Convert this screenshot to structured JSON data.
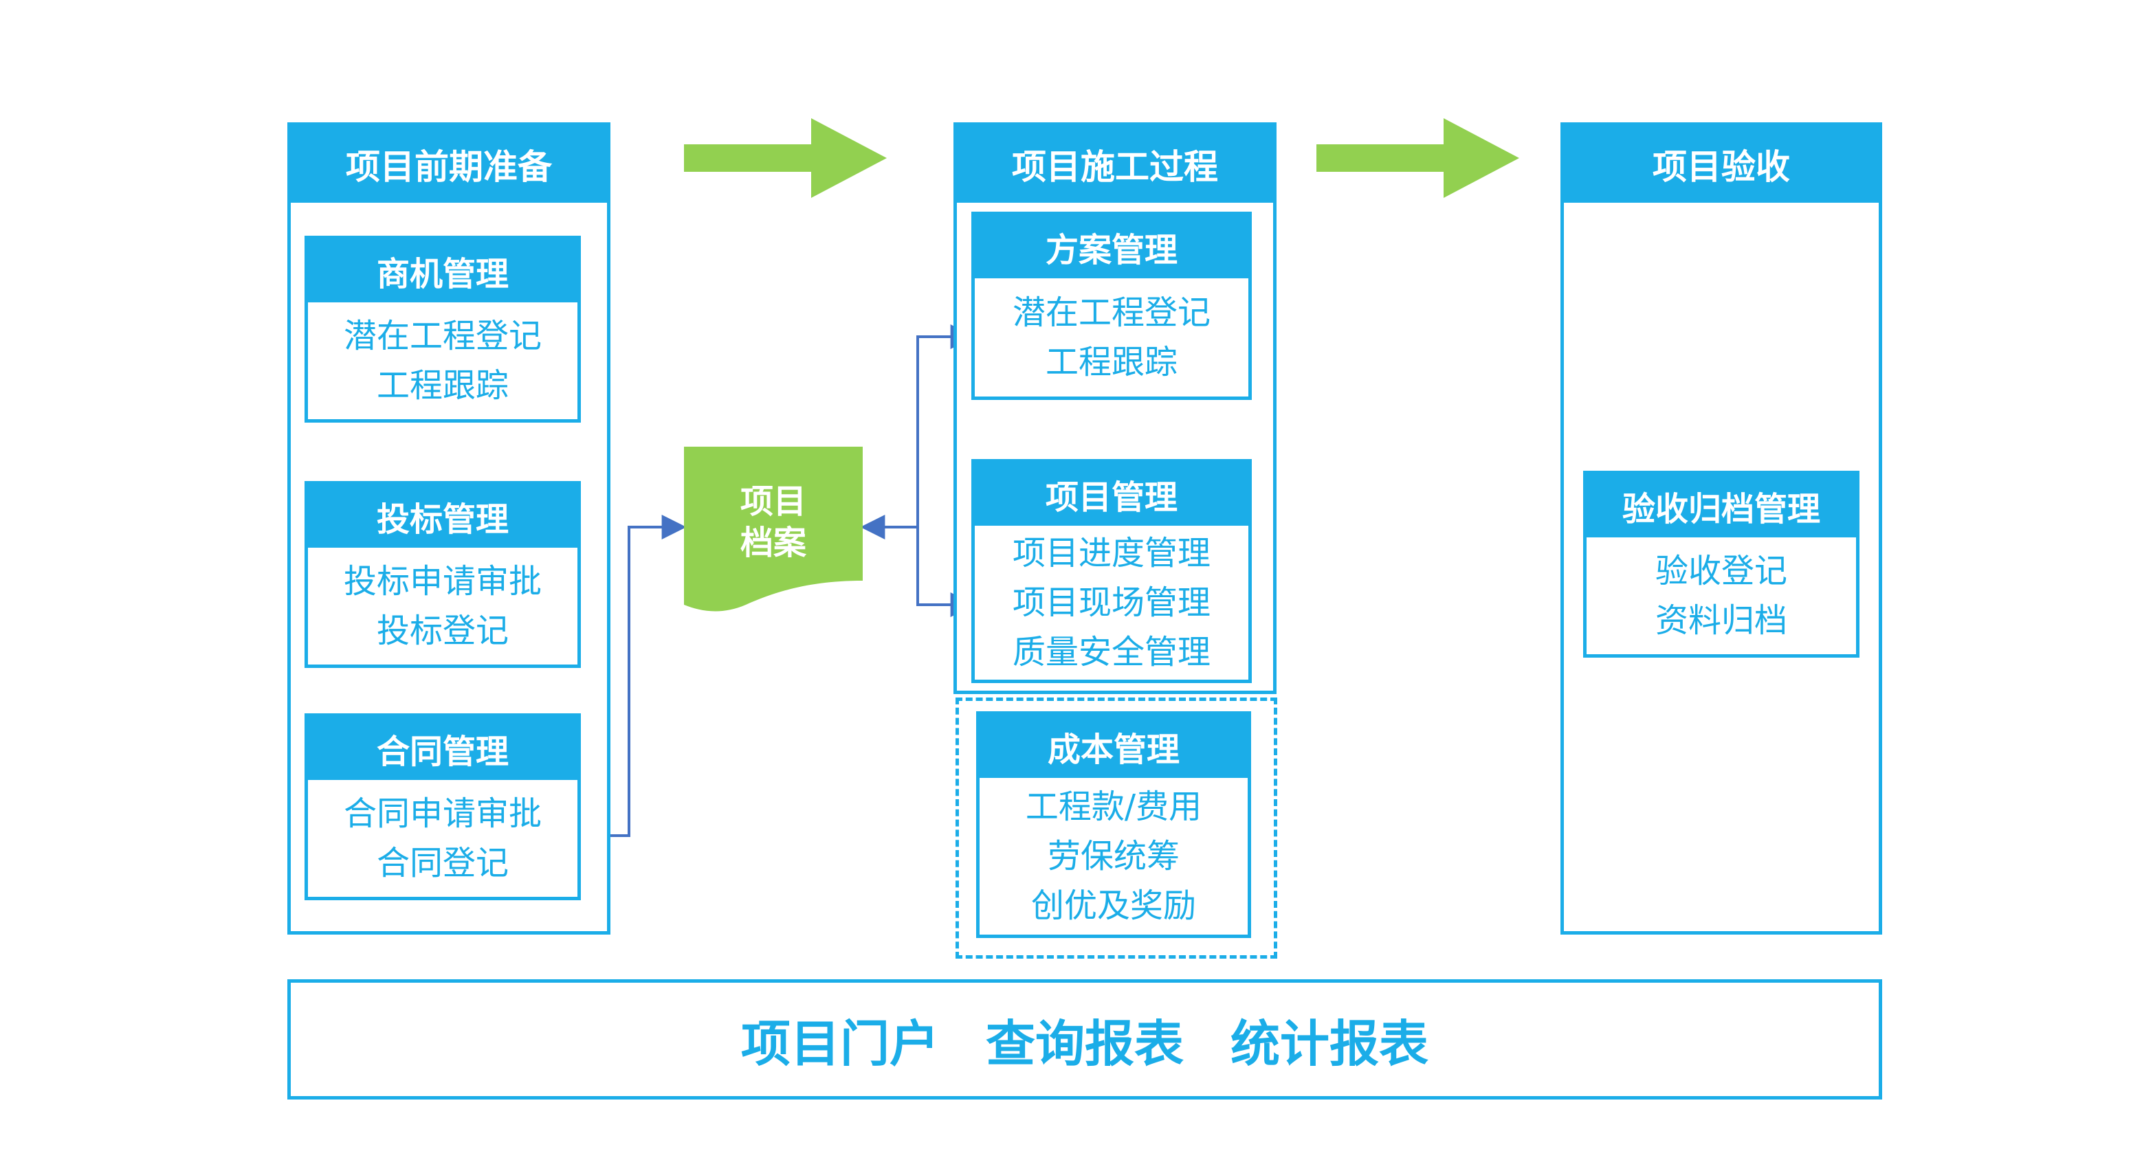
{
  "colors": {
    "accent": "#1BADE8",
    "arrow_big": "#92D050",
    "connector": "#4472C4"
  },
  "columns": [
    {
      "title": "项目前期准备"
    },
    {
      "title": "项目施工过程"
    },
    {
      "title": "项目验收"
    }
  ],
  "cards": {
    "opportunity": {
      "title": "商机管理",
      "items": [
        "潜在工程登记",
        "工程跟踪"
      ]
    },
    "bidding": {
      "title": "投标管理",
      "items": [
        "投标申请审批",
        "投标登记"
      ]
    },
    "contract": {
      "title": "合同管理",
      "items": [
        "合同申请审批",
        "合同登记"
      ]
    },
    "plan": {
      "title": "方案管理",
      "items": [
        "潜在工程登记",
        "工程跟踪"
      ]
    },
    "project": {
      "title": "项目管理",
      "items": [
        "项目进度管理",
        "项目现场管理",
        "质量安全管理"
      ]
    },
    "cost": {
      "title": "成本管理",
      "items": [
        "工程款/费用",
        "劳保统筹",
        "创优及奖励"
      ]
    },
    "acceptance": {
      "title": "验收归档管理",
      "items": [
        "验收登记",
        "资料归档"
      ]
    }
  },
  "archive": {
    "line1": "项目",
    "line2": "档案"
  },
  "bottom_bar": {
    "items": [
      "项目门户",
      "查询报表",
      "统计报表"
    ]
  }
}
